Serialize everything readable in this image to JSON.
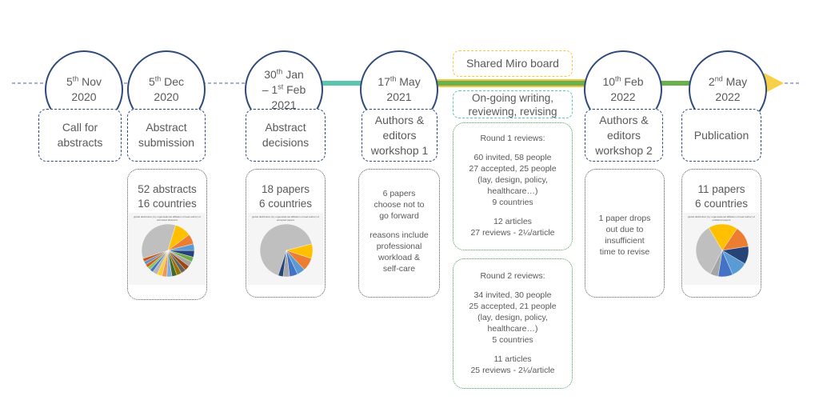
{
  "milestones": [
    {
      "day": "5",
      "sup": "th",
      "rest": " Nov",
      "year": "2020",
      "label": "Call for abstracts"
    },
    {
      "day": "5",
      "sup": "th",
      "rest": " Dec",
      "year": "2020",
      "label": "Abstract submission"
    },
    {
      "day": "30",
      "sup": "th",
      "rest": " Jan",
      "line2a": "– 1",
      "line2sup": "st",
      "line2b": " Feb",
      "year": "2021",
      "label": "Abstract decisions"
    },
    {
      "day": "17",
      "sup": "th",
      "rest": " May",
      "year": "2021",
      "label": "Authors & editors workshop 1"
    },
    {
      "day": "10",
      "sup": "th",
      "rest": " Feb",
      "year": "2022",
      "label": "Authors & editors workshop 2"
    },
    {
      "day": "2",
      "sup": "nd",
      "rest": " May",
      "year": "2022",
      "label": "Publication"
    }
  ],
  "banners": {
    "miro": "Shared Miro board",
    "writing": "On-going writing, reviewing, revising"
  },
  "panels": {
    "submission": {
      "line1": "52 abstracts",
      "line2": "16 countries",
      "chart_caption": "global distribution (by organisational affiliation of lead author) of submitted abstracts"
    },
    "decisions": {
      "line1": "18 papers",
      "line2": "6 countries",
      "chart_caption": "global distribution (by organisational affiliation of lead author) of accepted papers"
    },
    "workshop1": {
      "lines": [
        "6 papers",
        "choose not to",
        "go forward",
        "",
        "reasons include",
        "professional",
        "workload &",
        "self-care"
      ]
    },
    "round1": {
      "lines": [
        "Round 1 reviews:",
        "",
        "60 invited, 58 people",
        "27 accepted, 25 people",
        "(lay, design, policy,",
        "healthcare…)",
        "9 countries",
        "",
        "12 articles",
        "27 reviews - 2¼/article"
      ]
    },
    "round2": {
      "lines": [
        "Round 2 reviews:",
        "",
        "34 invited, 30 people",
        "25 accepted, 21 people",
        "(lay, design, policy,",
        "healthcare…)",
        "5 countries",
        "",
        "11 articles",
        "25 reviews - 2¼/article"
      ]
    },
    "workshop2": {
      "lines": [
        "1 paper drops",
        "out due to",
        "insufficient",
        "time to revise"
      ]
    },
    "publication": {
      "line1": "11 papers",
      "line2": "6 countries",
      "chart_caption": "global distribution (by organisational affiliation of lead author) of published papers"
    }
  },
  "colors": {
    "navy": "#2f4a7a",
    "teal": "#5bc5b0",
    "green": "#6ab04c",
    "yellow": "#f5c542",
    "arrow": "#f7d04a"
  },
  "chart_data": [
    {
      "type": "pie",
      "slices": [
        34,
        10,
        6,
        4,
        4,
        3,
        3,
        3,
        3,
        3,
        3,
        3,
        3,
        3,
        3,
        2,
        2,
        2,
        2,
        2
      ]
    },
    {
      "type": "pie",
      "slices": [
        66,
        9,
        8,
        5,
        5,
        4,
        3
      ]
    },
    {
      "type": "pie",
      "slices": [
        34,
        18,
        13,
        11,
        10,
        9,
        5
      ]
    }
  ]
}
